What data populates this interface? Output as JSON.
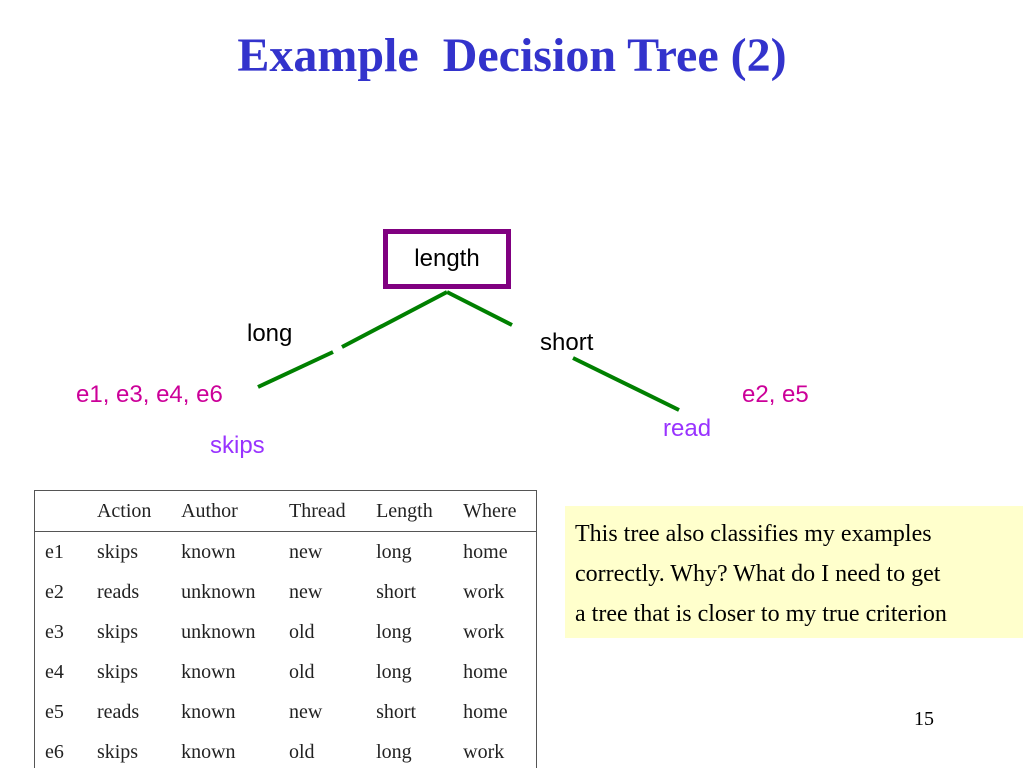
{
  "slide": {
    "title": "Example  Decision Tree (2)",
    "page_number": "15"
  },
  "tree": {
    "root": "length",
    "branches": {
      "long": "long",
      "short": "short"
    },
    "leaves": {
      "long_examples": "e1, e3, e4, e6",
      "long_class": "skips",
      "short_examples": "e2, e5",
      "short_class": "read"
    },
    "colors": {
      "root_border": "#800080",
      "edges": "#008000",
      "examples_text": "#cc0099",
      "class_text": "#9933ff",
      "title": "#3333cc"
    }
  },
  "table": {
    "headers": [
      "",
      "Action",
      "Author",
      "Thread",
      "Length",
      "Where"
    ],
    "rows": [
      [
        "e1",
        "skips",
        "known",
        "new",
        "long",
        "home"
      ],
      [
        "e2",
        "reads",
        "unknown",
        "new",
        "short",
        "work"
      ],
      [
        "e3",
        "skips",
        "unknown",
        "old",
        "long",
        "work"
      ],
      [
        "e4",
        "skips",
        "known",
        "old",
        "long",
        "home"
      ],
      [
        "e5",
        "reads",
        "known",
        "new",
        "short",
        "home"
      ],
      [
        "e6",
        "skips",
        "known",
        "old",
        "long",
        "work"
      ]
    ]
  },
  "note": {
    "lines": [
      "This tree also classifies my examples",
      "correctly.  Why? What do I need to get",
      "a tree that is closer to my true criterion"
    ],
    "background": "#ffffcc"
  }
}
